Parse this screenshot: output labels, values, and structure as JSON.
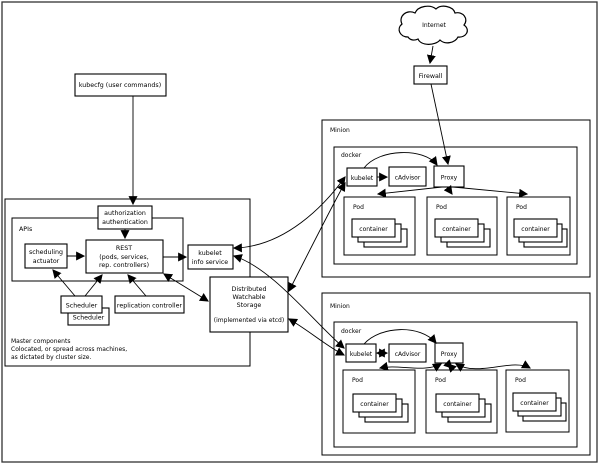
{
  "labels": {
    "internet": "Internet",
    "firewall": "Firewall",
    "kubecfg": "kubecfg (user commands)",
    "authorization": "authorization",
    "authentication": "authentication",
    "apis": "APIs",
    "scheduling": "scheduling",
    "actuator": "actuator",
    "rest1": "REST",
    "rest2": "(pods, services,",
    "rest3": "rep. controllers)",
    "kubelet_info1": "kubelet",
    "kubelet_info2": "info service",
    "scheduler": "Scheduler",
    "replication_controller": "replication controller",
    "storage1": "Distributed",
    "storage2": "Watchable",
    "storage3": "Storage",
    "storage4": "(implemented via etcd)",
    "master_note1": "Master components",
    "master_note2": "Colocated, or spread across machines,",
    "master_note3": "as dictated by cluster size.",
    "minion": "Minion",
    "docker": "docker",
    "kubelet": "kubelet",
    "cadvisor": "cAdvisor",
    "proxy": "Proxy",
    "pod": "Pod",
    "container": "container"
  },
  "colors": {
    "line": "#000000",
    "background": "#ffffff"
  }
}
